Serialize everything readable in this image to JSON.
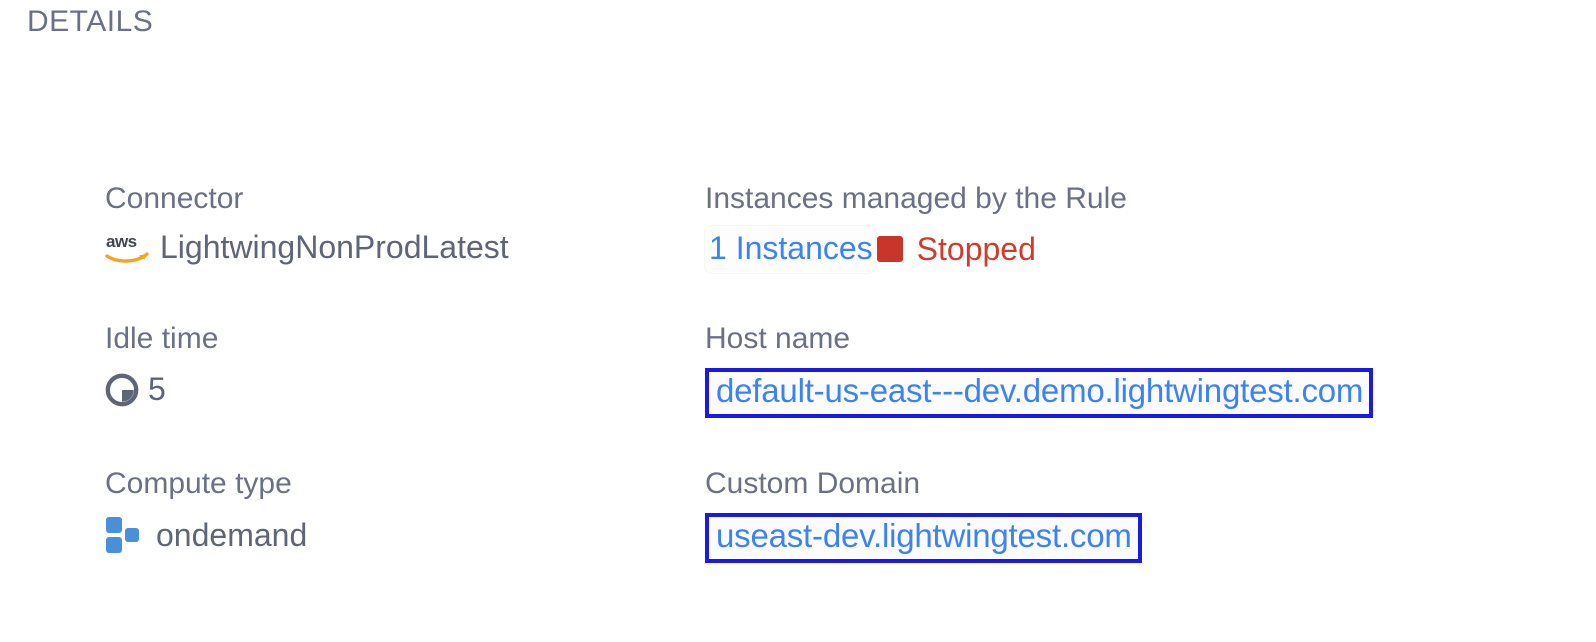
{
  "header": {
    "title": "DETAILS"
  },
  "colors": {
    "label": "#6b7185",
    "value": "#5e6577",
    "link": "#3b82f6",
    "status_stopped": "#cf3b2c",
    "annotation_border": "#1a1ae6",
    "compute_icon": "#4a90d9",
    "aws_orange": "#f7a41d"
  },
  "rows": [
    {
      "left": {
        "label": "Connector",
        "icon": "aws-icon",
        "value": "LightwingNonProdLatest"
      },
      "right": {
        "label": "Instances managed by the Rule",
        "link_text": "1 Instances",
        "status_icon": "stopped-square-icon",
        "status_text": "Stopped"
      }
    },
    {
      "left": {
        "label": "Idle time",
        "icon": "clock-icon",
        "value": "5"
      },
      "right": {
        "label": "Host name",
        "link_text": "default-us-east---dev.demo.lightwingtest.com"
      }
    },
    {
      "left": {
        "label": "Compute type",
        "icon": "compute-squares-icon",
        "value": "ondemand"
      },
      "right": {
        "label": "Custom Domain",
        "link_text": "useast-dev.lightwingtest.com"
      }
    }
  ]
}
